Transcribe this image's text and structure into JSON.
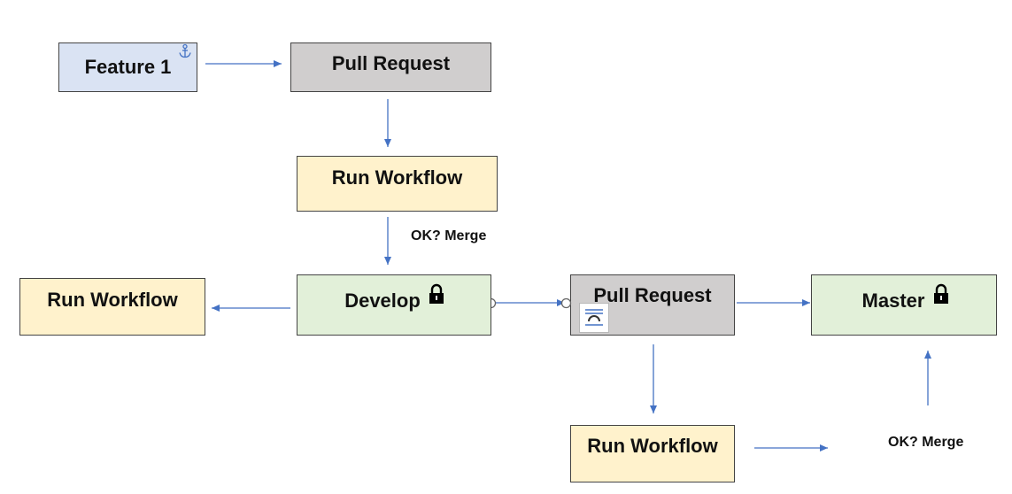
{
  "nodes": {
    "feature1": "Feature 1",
    "pull_request_1": "Pull Request",
    "run_workflow_1": "Run Workflow",
    "develop": "Develop",
    "run_workflow_left": "Run Workflow",
    "pull_request_2": "Pull Request",
    "master": "Master",
    "run_workflow_2": "Run Workflow"
  },
  "labels": {
    "ok_merge_1": "OK? Merge",
    "ok_merge_2": "OK? Merge"
  },
  "colors": {
    "feature": "#dae3f3",
    "pull_request": "#d0cece",
    "workflow": "#fff2cc",
    "branch": "#e2f0d9",
    "arrow": "#4472c4"
  },
  "icons": [
    "anchor-icon",
    "lock-icon",
    "layout-options-icon"
  ]
}
